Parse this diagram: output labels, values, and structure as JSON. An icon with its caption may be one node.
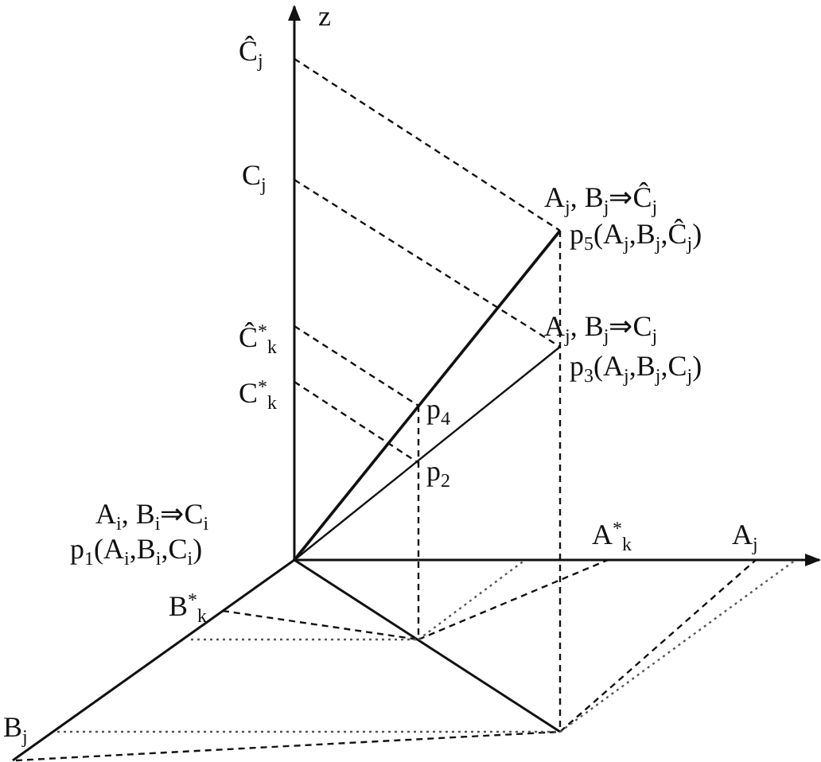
{
  "diagram": {
    "labels": [
      "z",
      "Ĉ$_{j}$",
      "C$_{j}$",
      "A$_{j}$, B$_{j}$⇒Ĉ$_{j}$",
      "p$_{5}$(A$_{j}$,B$_{j}$,Ĉ$_{j}$)",
      "Ĉ$^{*}$$_{k}$",
      "A$_{j}$, B$_{j}$⇒C$_{j}$",
      "p$_{3}$(A$_{j}$,B$_{j}$,C$_{j}$)",
      "C$^{*}$$_{k}$",
      "p$_{4}$",
      "p$_{2}$",
      "A$_{i}$, B$_{i}$⇒C$_{i}$",
      "p$_{1}$(A$_{i}$,B$_{i}$,C$_{i}$)",
      "A$^{*}$$_{k}$",
      "A$_{j}$",
      "B$^{*}$$_{k}$",
      "B$_{j}$"
    ]
  }
}
